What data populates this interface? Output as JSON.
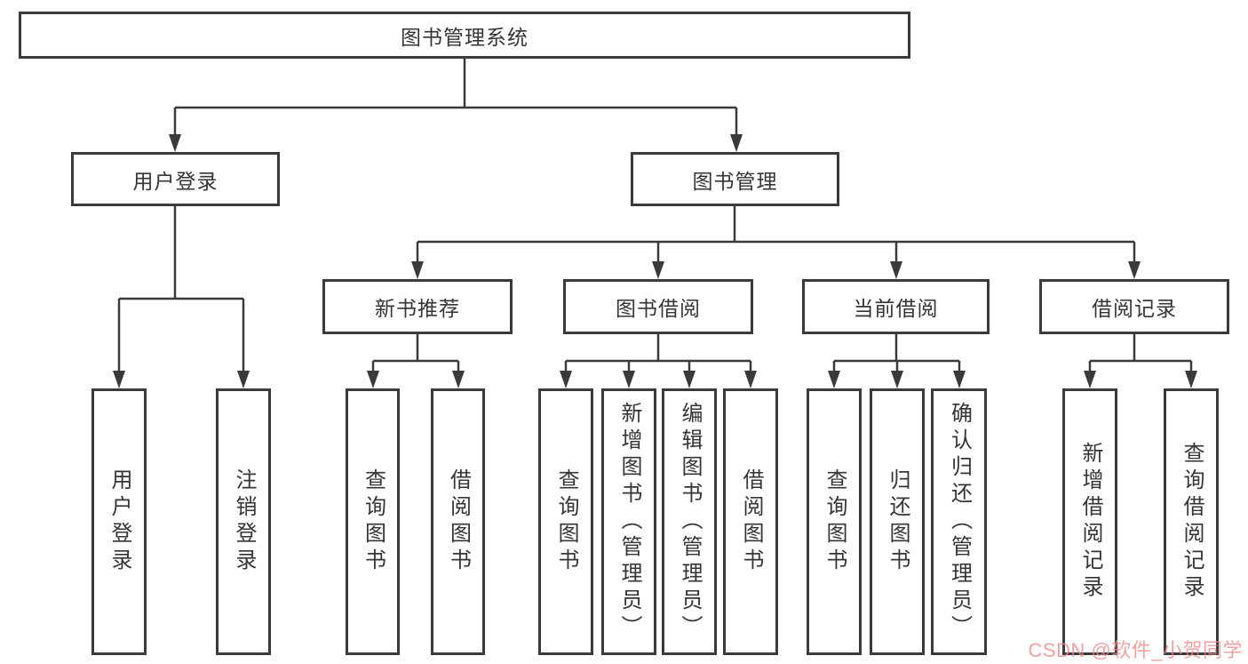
{
  "diagram": {
    "watermark": "CSDN @软件_小贺同学",
    "colors": {
      "line": "#3a3a3a",
      "border": "#3b3b3b",
      "box_bg": "#ffffff",
      "watermark": "#ec8888"
    },
    "tree": {
      "label": "图书管理系统",
      "children": [
        {
          "label": "用户登录",
          "children": [
            {
              "label": "用户登录"
            },
            {
              "label": "注销登录"
            }
          ]
        },
        {
          "label": "图书管理",
          "children": [
            {
              "label": "新书推荐",
              "children": [
                {
                  "label": "查询图书"
                },
                {
                  "label": "借阅图书"
                }
              ]
            },
            {
              "label": "图书借阅",
              "children": [
                {
                  "label": "查询图书"
                },
                {
                  "label": "新增图书（管理员）"
                },
                {
                  "label": "编辑图书（管理员）"
                },
                {
                  "label": "借阅图书"
                }
              ]
            },
            {
              "label": "当前借阅",
              "children": [
                {
                  "label": "查询图书"
                },
                {
                  "label": "归还图书"
                },
                {
                  "label": "确认归还（管理员）"
                }
              ]
            },
            {
              "label": "借阅记录",
              "children": [
                {
                  "label": "新增借阅记录"
                },
                {
                  "label": "查询借阅记录"
                }
              ]
            }
          ]
        }
      ]
    }
  }
}
